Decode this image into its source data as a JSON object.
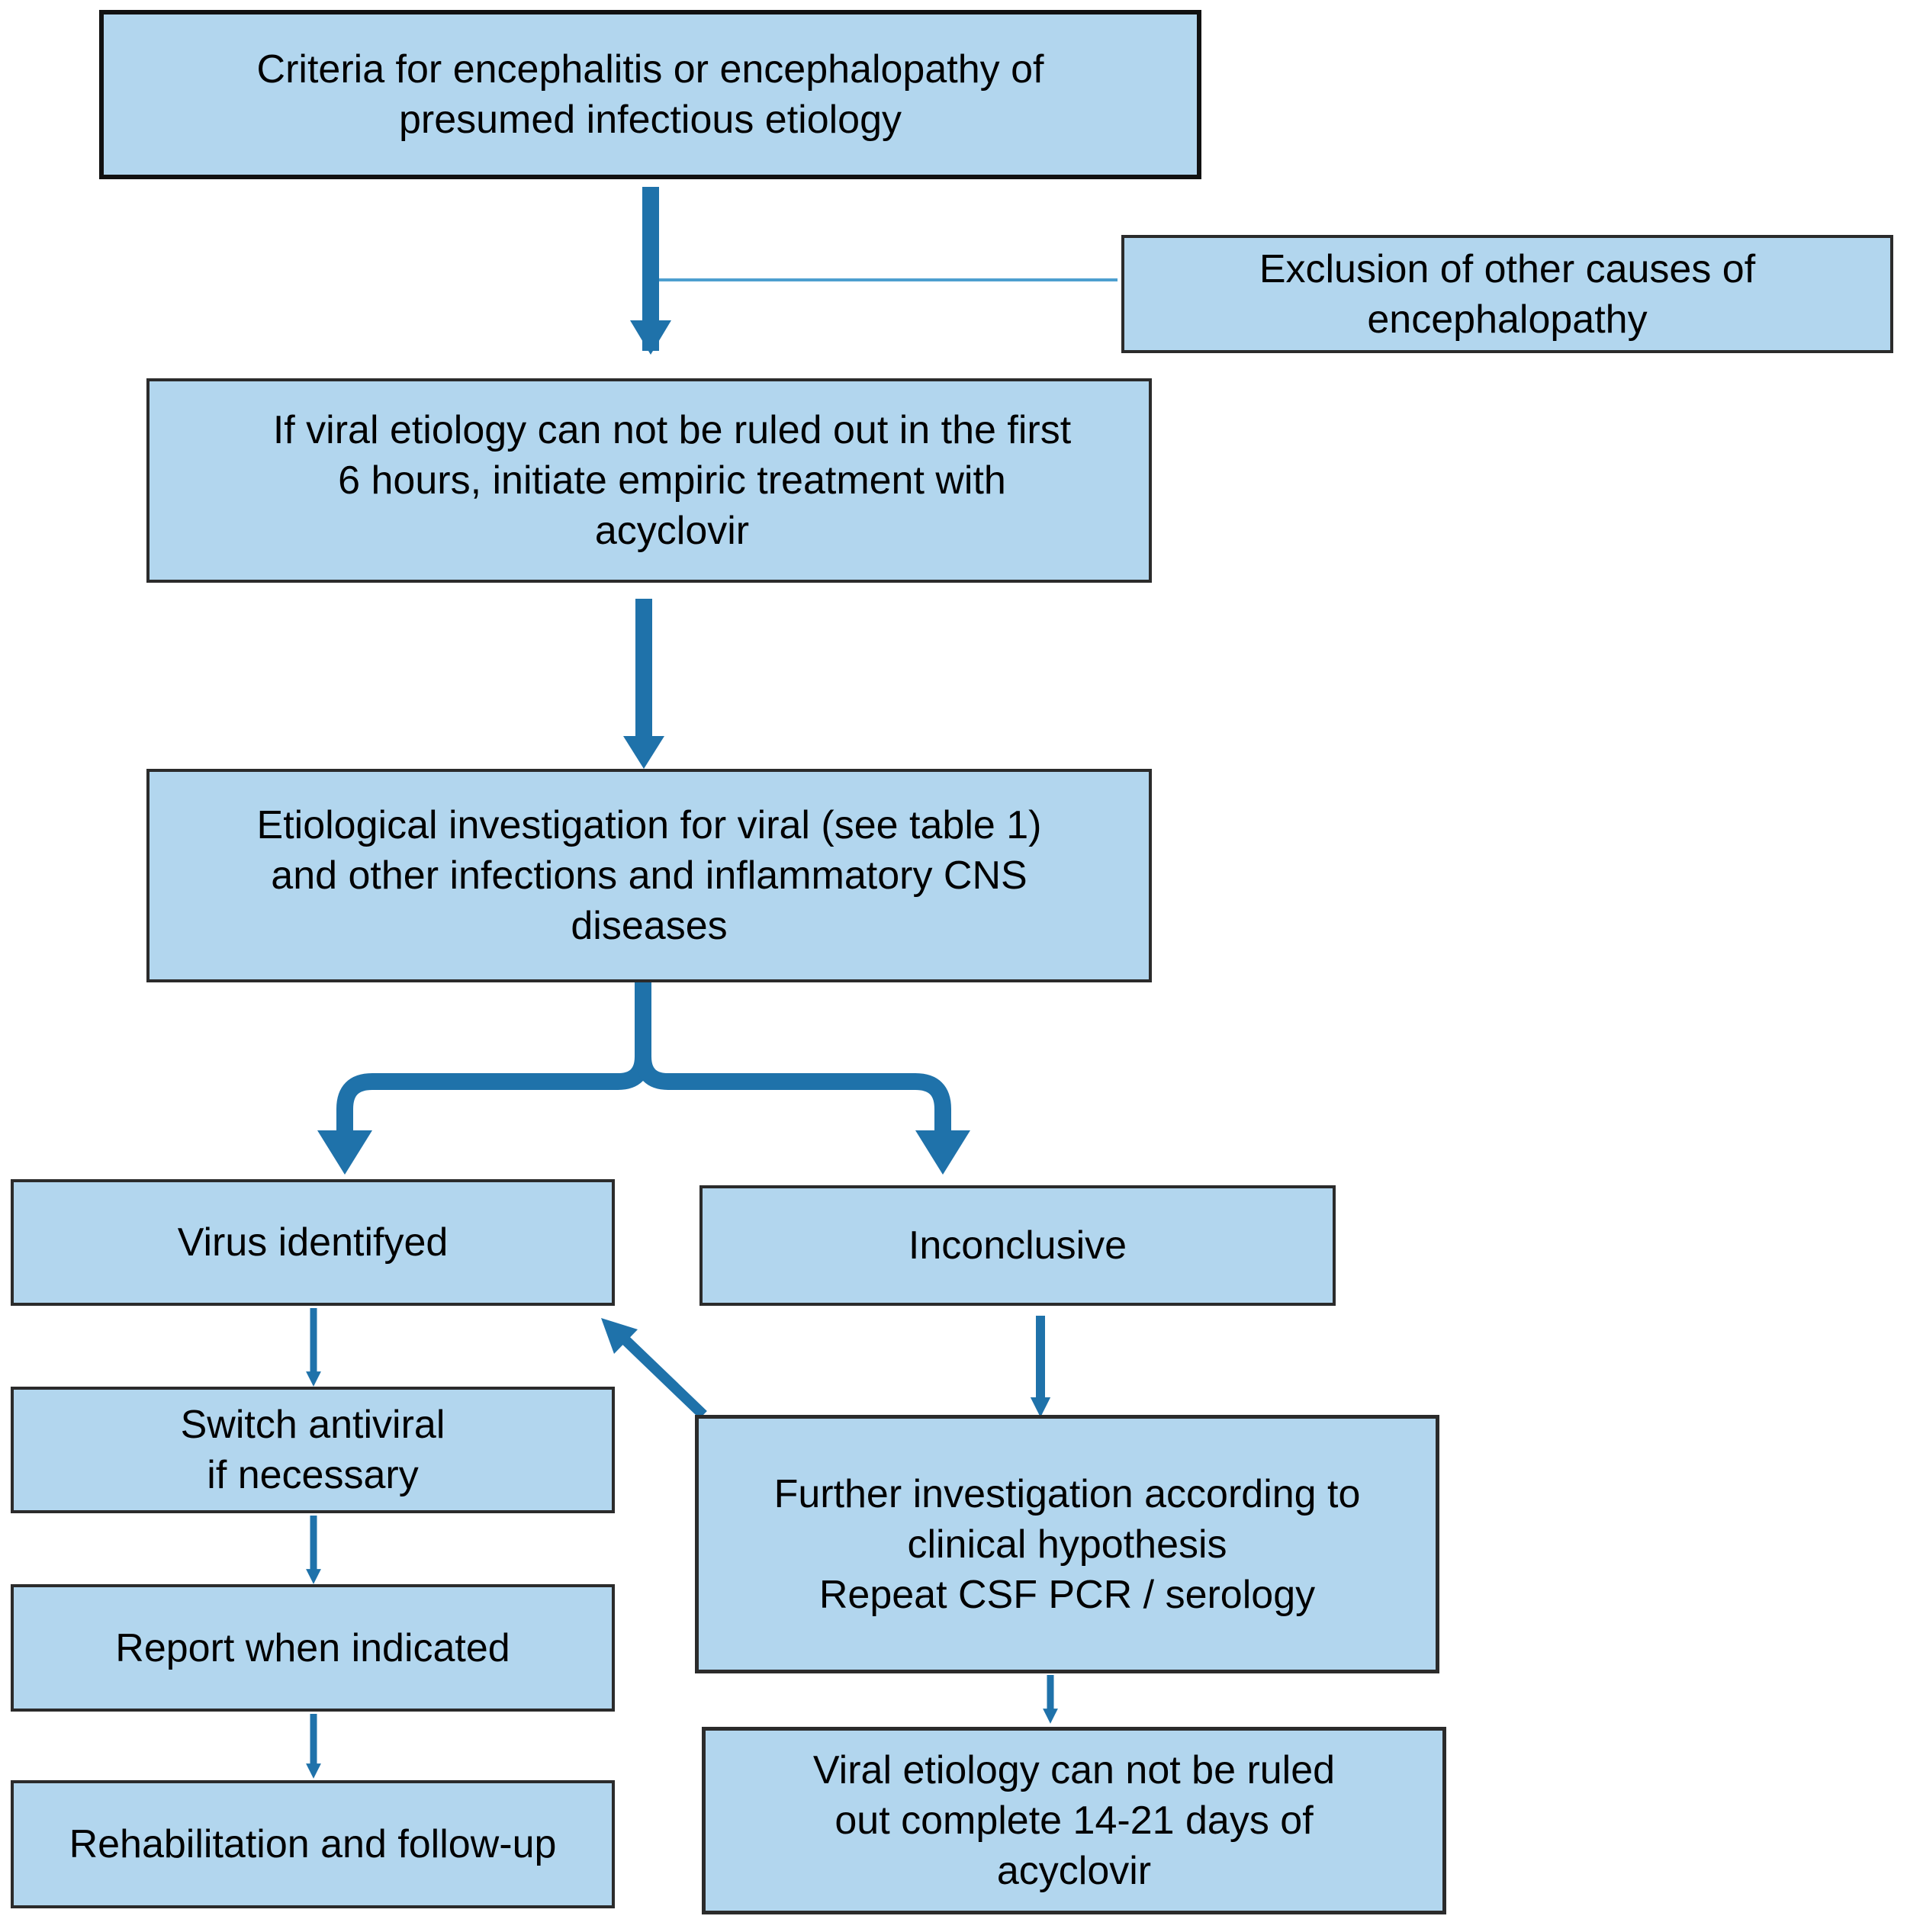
{
  "colors": {
    "box_fill": "#b2d6ee",
    "box_border": "#2b2b2b",
    "arrow": "#1f72aa",
    "thin_line": "#4d9fcf",
    "text": "#000000"
  },
  "nodes": {
    "criteria": "Criteria for encephalitis or encephalopathy of\npresumed infectious etiology",
    "exclusion": "Exclusion of other causes of\nencephalopathy",
    "empiric": "If viral etiology can not be ruled out in the first\n6 hours, initiate empiric treatment with\nacyclovir",
    "investigation": "Etiological investigation for viral (see table 1)\nand other infections and inflammatory CNS\ndiseases",
    "virus_identified": "Virus identifyed",
    "inconclusive": "Inconclusive",
    "switch_antiviral": "Switch antiviral\nif necessary",
    "report": "Report when indicated",
    "rehabilitation": "Rehabilitation and follow-up",
    "further_investigation": "Further investigation according to\nclinical hypothesis\nRepeat CSF PCR / serology",
    "complete_acyclovir": "Viral etiology can not be ruled\nout complete 14-21 days of\nacyclovir"
  }
}
